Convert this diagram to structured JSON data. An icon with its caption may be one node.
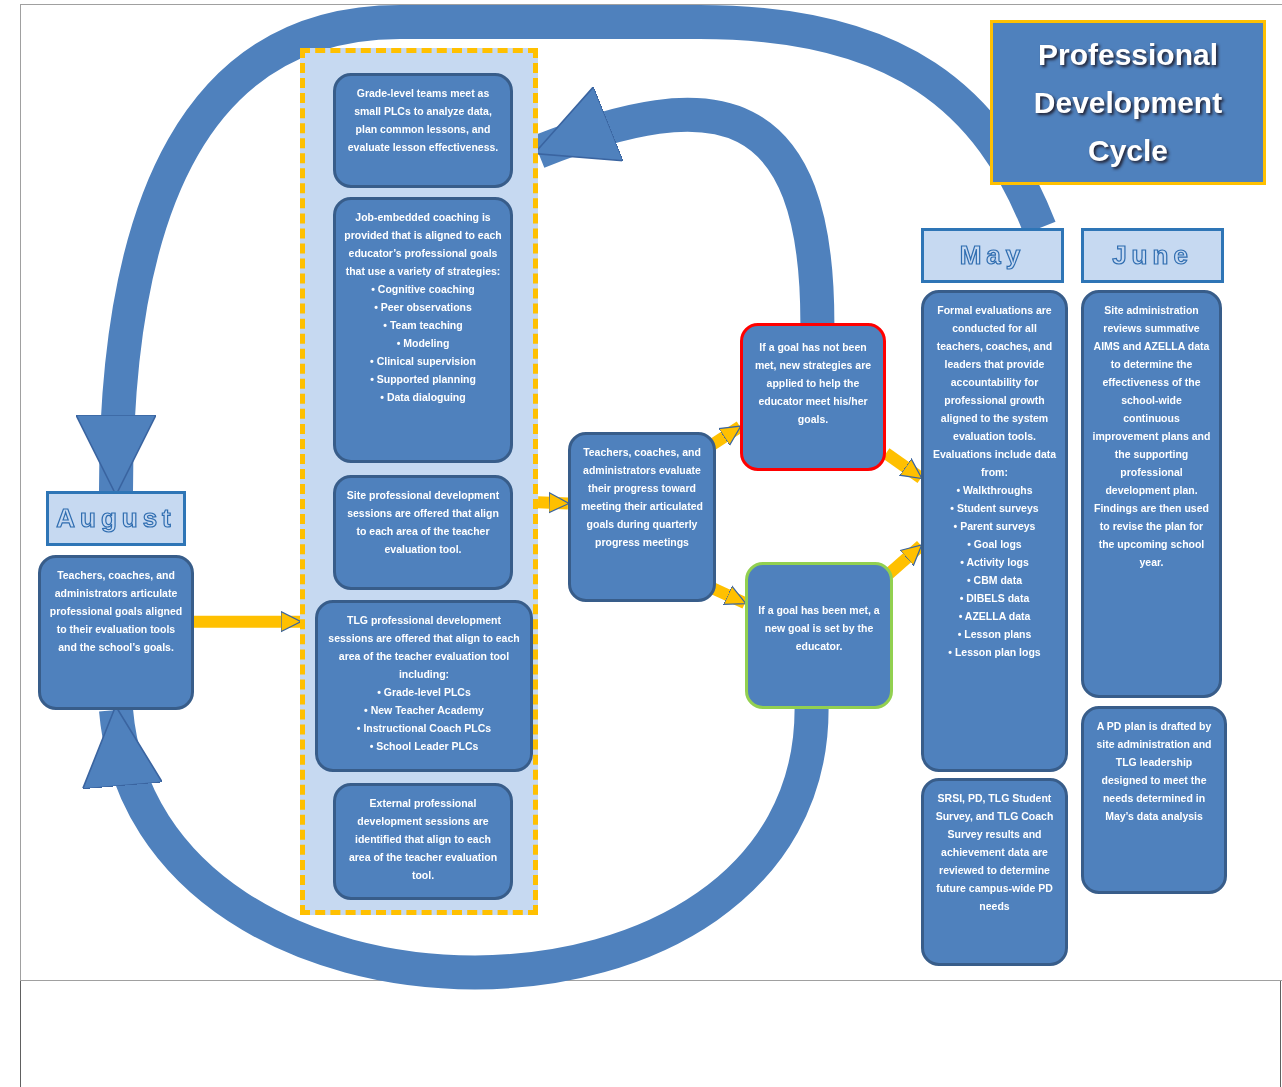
{
  "diagram": {
    "title": "Professional Development Cycle",
    "nodes": [
      {
        "text": [
          "August"
        ]
      },
      {
        "text": [
          "Teachers, coaches, and administrators articulate professional goals aligned to their evaluation tools and the school’s goals."
        ]
      },
      {
        "text": [],
        "shape": "box"
      },
      {
        "text": [
          "Grade-level teams meet as small PLCs to analyze data, plan common lessons, and evaluate lesson effectiveness."
        ],
        "in": 2
      },
      {
        "text": [
          "Job-embedded coaching is provided that is aligned to each educator’s professional goals that use a variety of strategies:",
          "• Cognitive coaching",
          "• Peer observations",
          "• Team teaching",
          "• Modeling",
          "• Clinical supervision",
          "• Supported planning",
          "• Data dialoguing"
        ],
        "in": 2
      },
      {
        "text": [
          "Site professional development sessions are offered that align to each area of the teacher evaluation tool."
        ],
        "in": 2
      },
      {
        "text": [
          "TLG professional development sessions are offered that align to each area of the teacher evaluation tool including:",
          "• Grade-level PLCs",
          "• New Teacher Academy",
          "• Instructional Coach PLCs",
          "• School Leader PLCs"
        ],
        "in": 2
      },
      {
        "text": [
          "External professional development sessions are identified that align to each area of the teacher evaluation tool."
        ],
        "in": 2
      },
      {
        "text": [
          "Teachers, coaches, and administrators evaluate their progress toward meeting their articulated goals during quarterly progress meetings"
        ]
      },
      {
        "text": [
          "If a goal has not been met, new strategies are applied to help the educator meet his/her goals."
        ]
      },
      {
        "text": [
          "If a goal has been met, a new goal is set by the educator."
        ]
      },
      {
        "text": [
          "May"
        ]
      },
      {
        "text": [
          "Formal evaluations are conducted for all teachers, coaches, and leaders that provide accountability for professional growth aligned to the system evaluation tools.  Evaluations include data from:",
          "• Walkthroughs",
          "• Student surveys",
          "• Parent surveys",
          "• Goal logs",
          "• Activity logs",
          "• CBM data",
          "• DIBELS data",
          "• AZELLA data",
          "• Lesson plans",
          "• Lesson plan logs"
        ]
      },
      {
        "text": [
          "SRSI, PD, TLG Student Survey, and TLG Coach Survey results and achievement data are reviewed to determine future campus-wide PD needs"
        ]
      },
      {
        "text": [
          "June"
        ]
      },
      {
        "text": [
          "Site administration reviews summative AIMS and AZELLA data to determine the effectiveness of the school-wide continuous improvement plans and the supporting professional development plan.  Findings are then used to revise the plan for the upcoming school year."
        ]
      },
      {
        "text": [
          "A PD plan is drafted by site administration and TLG leadership designed to meet the needs determined in May’s data analysis"
        ]
      }
    ],
    "edges": [
      {
        "from": 1,
        "to": 2,
        "arrow": "to"
      },
      {
        "from": 2,
        "to": 8,
        "arrow": "to"
      },
      {
        "from": 8,
        "to": 9,
        "arrow": "to"
      },
      {
        "from": 8,
        "to": 10,
        "arrow": "to"
      },
      {
        "from": 9,
        "to": 12,
        "arrow": "to"
      },
      {
        "from": 10,
        "to": 12,
        "arrow": "to"
      },
      {
        "from": 9,
        "to": 2,
        "arrow": "to",
        "style": "thick",
        "color": "#4f81bd"
      },
      {
        "from": 11,
        "to": 0,
        "arrow": "to",
        "style": "thick",
        "color": "#4f81bd"
      },
      {
        "from": 10,
        "to": 1,
        "arrow": "to",
        "style": "thick",
        "color": "#4f81bd"
      }
    ]
  }
}
